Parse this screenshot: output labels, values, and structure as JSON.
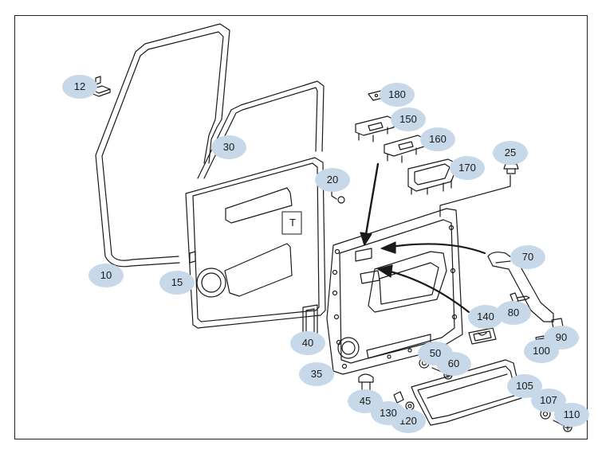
{
  "callouts": {
    "c10": "10",
    "c12": "12",
    "c15": "15",
    "c20": "20",
    "c25": "25",
    "c30": "30",
    "c35": "35",
    "c40": "40",
    "c45": "45",
    "c50": "50",
    "c60": "60",
    "c70": "70",
    "c80": "80",
    "c90": "90",
    "c100": "100",
    "c105": "105",
    "c107": "107",
    "c110": "110",
    "c120": "120",
    "c130": "130",
    "c140": "140",
    "c150": "150",
    "c160": "160",
    "c170": "170",
    "c180": "180"
  },
  "panel_label": "T",
  "colors": {
    "callout_bg": "#c7d8e8",
    "line": "#1a1a1a",
    "frame": "#222222"
  }
}
